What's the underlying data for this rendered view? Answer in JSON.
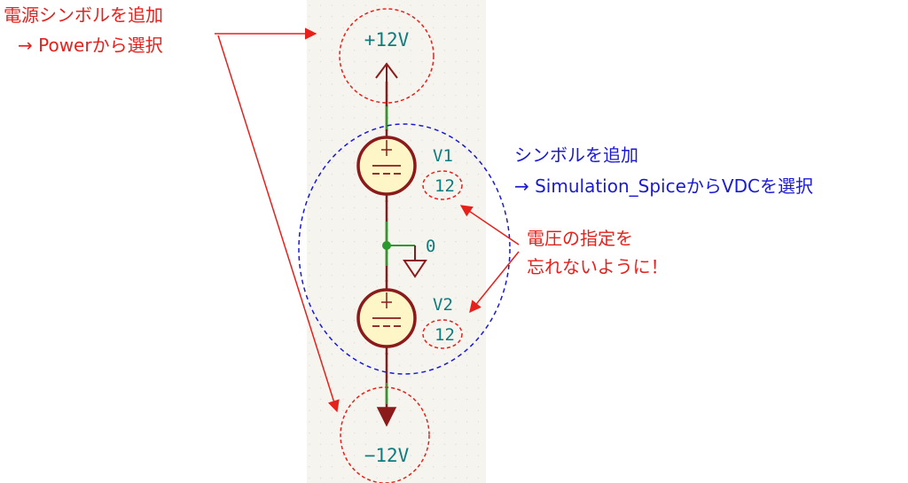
{
  "annotations": {
    "power": {
      "line1": "電源シンボルを追加",
      "line2": "→ Powerから選択"
    },
    "simulation": {
      "line1": "シンボルを追加",
      "line2": "→ Simulation_SpiceからVDCを選択"
    },
    "voltage": {
      "line1": "電圧の指定を",
      "line2": "忘れないように！"
    }
  },
  "schematic": {
    "top_power_label": "+12V",
    "bottom_power_label": "−12V",
    "v1": {
      "ref": "V1",
      "value": "12"
    },
    "v2": {
      "ref": "V2",
      "value": "12"
    },
    "ground_label": "0"
  },
  "colors": {
    "sheet": "#f5f4ef",
    "wire": "#8b1a1a",
    "wire_green": "#2a9a2a",
    "source_fill": "#fff6c8",
    "label_teal": "#0e7c7c",
    "annot_red": "#e8201c",
    "annot_blue": "#1a1ad6",
    "junction": "#2a9a2a"
  }
}
